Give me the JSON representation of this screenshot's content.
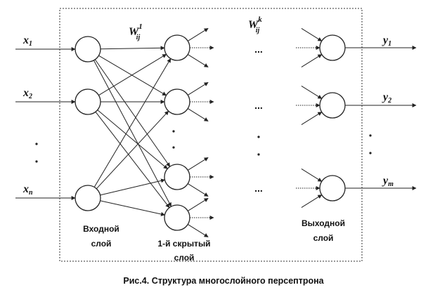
{
  "inputs": {
    "x1": {
      "var": "x",
      "sub": "1"
    },
    "x2": {
      "var": "x",
      "sub": "2"
    },
    "xn": {
      "var": "x",
      "sub": "n"
    }
  },
  "outputs": {
    "y1": {
      "var": "y",
      "sub": "1"
    },
    "y2": {
      "var": "y",
      "sub": "2"
    },
    "ym": {
      "var": "y",
      "sub": "m"
    }
  },
  "weights": {
    "w1": {
      "var": "W",
      "sub": "ij",
      "sup": "1"
    },
    "wk": {
      "var": "W",
      "sub": "ij",
      "sup": "k"
    }
  },
  "labels": {
    "input_layer_1": "Входной",
    "input_layer_2": "слой",
    "hidden_layer_1": "1-й скрытый",
    "hidden_layer_2": "слой",
    "output_layer_1": "Выходной",
    "output_layer_2": "слой"
  },
  "ellipsis": "...",
  "caption": "Рис.4. Структура многослойного персептрона",
  "colors": {
    "line": "#222222",
    "text": "#111111"
  }
}
